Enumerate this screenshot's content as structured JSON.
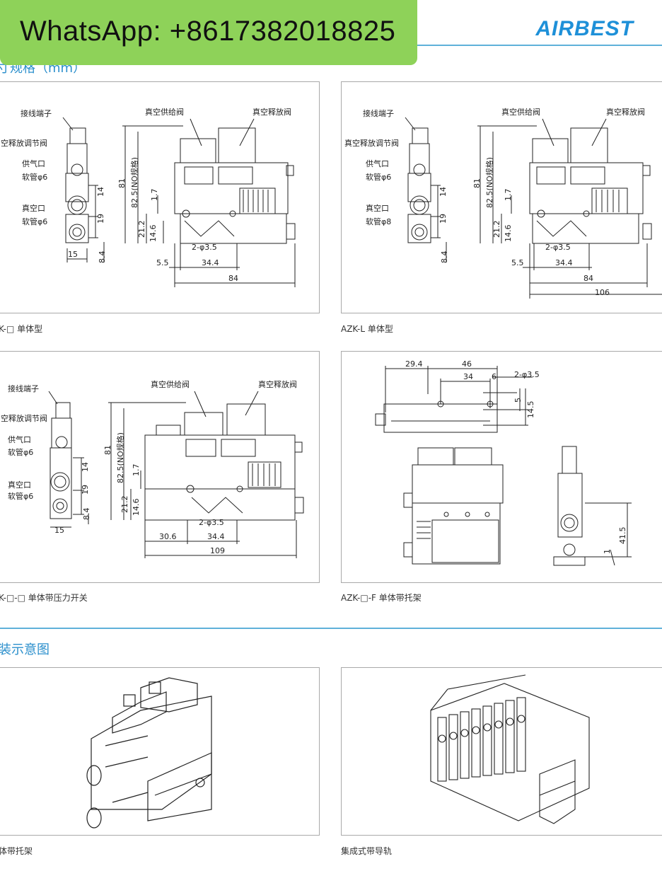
{
  "banner": {
    "whatsapp": "WhatsApp: +8617382018825"
  },
  "header": {
    "logo": "AIRBEST",
    "section1_title": "寸规格（mm）",
    "section2_title": "装示意图"
  },
  "panels": {
    "p1": {
      "caption": "K-□ 单体型",
      "labels": {
        "terminal": "接线端子",
        "regulator": "空释放调节阀",
        "supply_port": "供气口",
        "supply_tube": "软管φ6",
        "vacuum_port": "真空口",
        "vacuum_tube": "软管φ6",
        "supply_valve": "真空供给阀",
        "release_valve": "真空释放阀",
        "holes": "2-φ3.5"
      },
      "dims": {
        "d81": "81",
        "d825": "82.5(NO规格)",
        "d14": "14",
        "d19": "19",
        "d15": "15",
        "d84b": "8.4",
        "d17": "1.7",
        "d212": "21.2",
        "d146": "14.6",
        "d55": "5.5",
        "d344": "34.4",
        "d84": "84"
      }
    },
    "p2": {
      "caption": "AZK-L 单体型",
      "labels": {
        "terminal": "接线端子",
        "regulator": "真空释放调节阀",
        "supply_port": "供气口",
        "supply_tube": "软管φ6",
        "vacuum_port": "真空口",
        "vacuum_tube": "软管φ8",
        "supply_valve": "真空供给阀",
        "release_valve": "真空释放阀",
        "holes": "2-φ3.5"
      },
      "dims": {
        "d81": "81",
        "d825": "82.5(NO规格)",
        "d14": "14",
        "d19": "19",
        "d84b": "8.4",
        "d17": "1.7",
        "d212": "21.2",
        "d146": "14.6",
        "d55": "5.5",
        "d344": "34.4",
        "d84": "84",
        "d106": "106"
      }
    },
    "p3": {
      "caption": "K-□-□ 单体带压力开关",
      "labels": {
        "terminal": "接线端子",
        "regulator": "空释放调节阀",
        "supply_port": "供气口",
        "supply_tube": "软管φ6",
        "vacuum_port": "真空口",
        "vacuum_tube": "软管φ6",
        "supply_valve": "真空供给阀",
        "release_valve": "真空释放阀",
        "holes": "2-φ3.5"
      },
      "dims": {
        "d81": "81",
        "d825": "82.5(NO规格)",
        "d14": "14",
        "d19": "19",
        "d15": "15",
        "d84b": "8.4",
        "d17": "1.7",
        "d212": "21.2",
        "d146": "14.6",
        "d306": "30.6",
        "d344": "34.4",
        "d109": "109"
      }
    },
    "p4": {
      "caption": "AZK-□-F 单体带托架",
      "dims": {
        "d294": "29.4",
        "d46": "46",
        "d34": "34",
        "d6": "6",
        "holes": "2-φ3.5",
        "d5": "5",
        "d145": "14.5",
        "d415": "41.5",
        "d1": "1"
      }
    },
    "p5": {
      "caption": "体带托架"
    },
    "p6": {
      "caption": "集成式带导轨"
    }
  }
}
